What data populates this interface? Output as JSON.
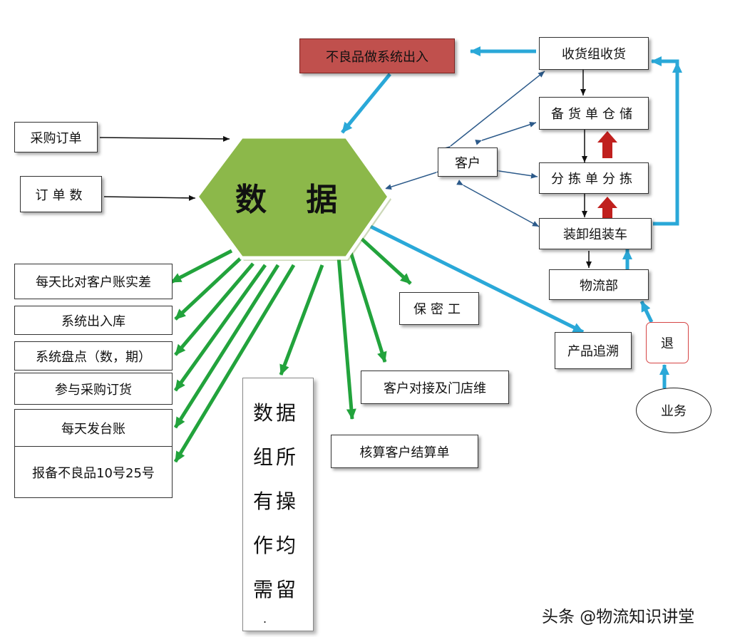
{
  "center": {
    "label": "数 据"
  },
  "inputs": {
    "purchase_order": "采购订单",
    "order_count": "订单数",
    "defect_out": "不良品做系统出入"
  },
  "outputs": {
    "daily_compare": "每天比对客户账实差",
    "system_inout": "系统出入库",
    "system_inventory": "系统盘点（数，期）",
    "join_purchase": "参与采购订货",
    "daily_ledger": "每天发台账",
    "report_defect": "报备不良品10号25号",
    "confidential": "保密工",
    "customer_liaison": "客户对接及门店维",
    "settlement": "核算客户结算单"
  },
  "vertical_note": {
    "lines": [
      "数据",
      "组所",
      "有操",
      "作均",
      "需留"
    ],
    "tail": "."
  },
  "flow": {
    "receiving": "收货组收货",
    "stock_prep": "备货单仓储",
    "sorting": "分拣单分拣",
    "loading": "装卸组装车",
    "logistics": "物流部",
    "customer": "客户",
    "trace": "产品追溯",
    "return": "退",
    "business": "业务"
  },
  "watermark": "头条 @物流知识讲堂",
  "colors": {
    "hex_fill": "#8cb84a",
    "green_arrow": "#22a33c",
    "blue_arrow": "#2aa8d8",
    "red_arrow": "#c0201e",
    "defect_box": "#c0504d"
  }
}
